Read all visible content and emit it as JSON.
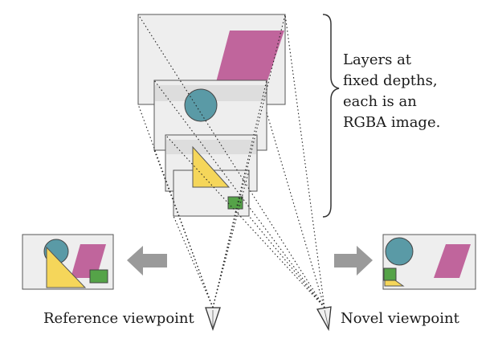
{
  "caption": {
    "lines": [
      "Layers at",
      "fixed depths,",
      "each is an",
      "RGBA image."
    ]
  },
  "labels": {
    "reference": "Reference viewpoint",
    "novel": "Novel viewpoint"
  },
  "colors": {
    "magenta": "#c0659c",
    "teal": "#5a9aa6",
    "yellow": "#f5d65a",
    "green": "#55a348",
    "plane_fill": "#eeeeee",
    "plane_stroke": "#555555",
    "arrow": "#9a9a9a"
  },
  "icons": [
    "camera-icon",
    "arrow-left-icon",
    "arrow-right-icon",
    "brace-icon"
  ]
}
